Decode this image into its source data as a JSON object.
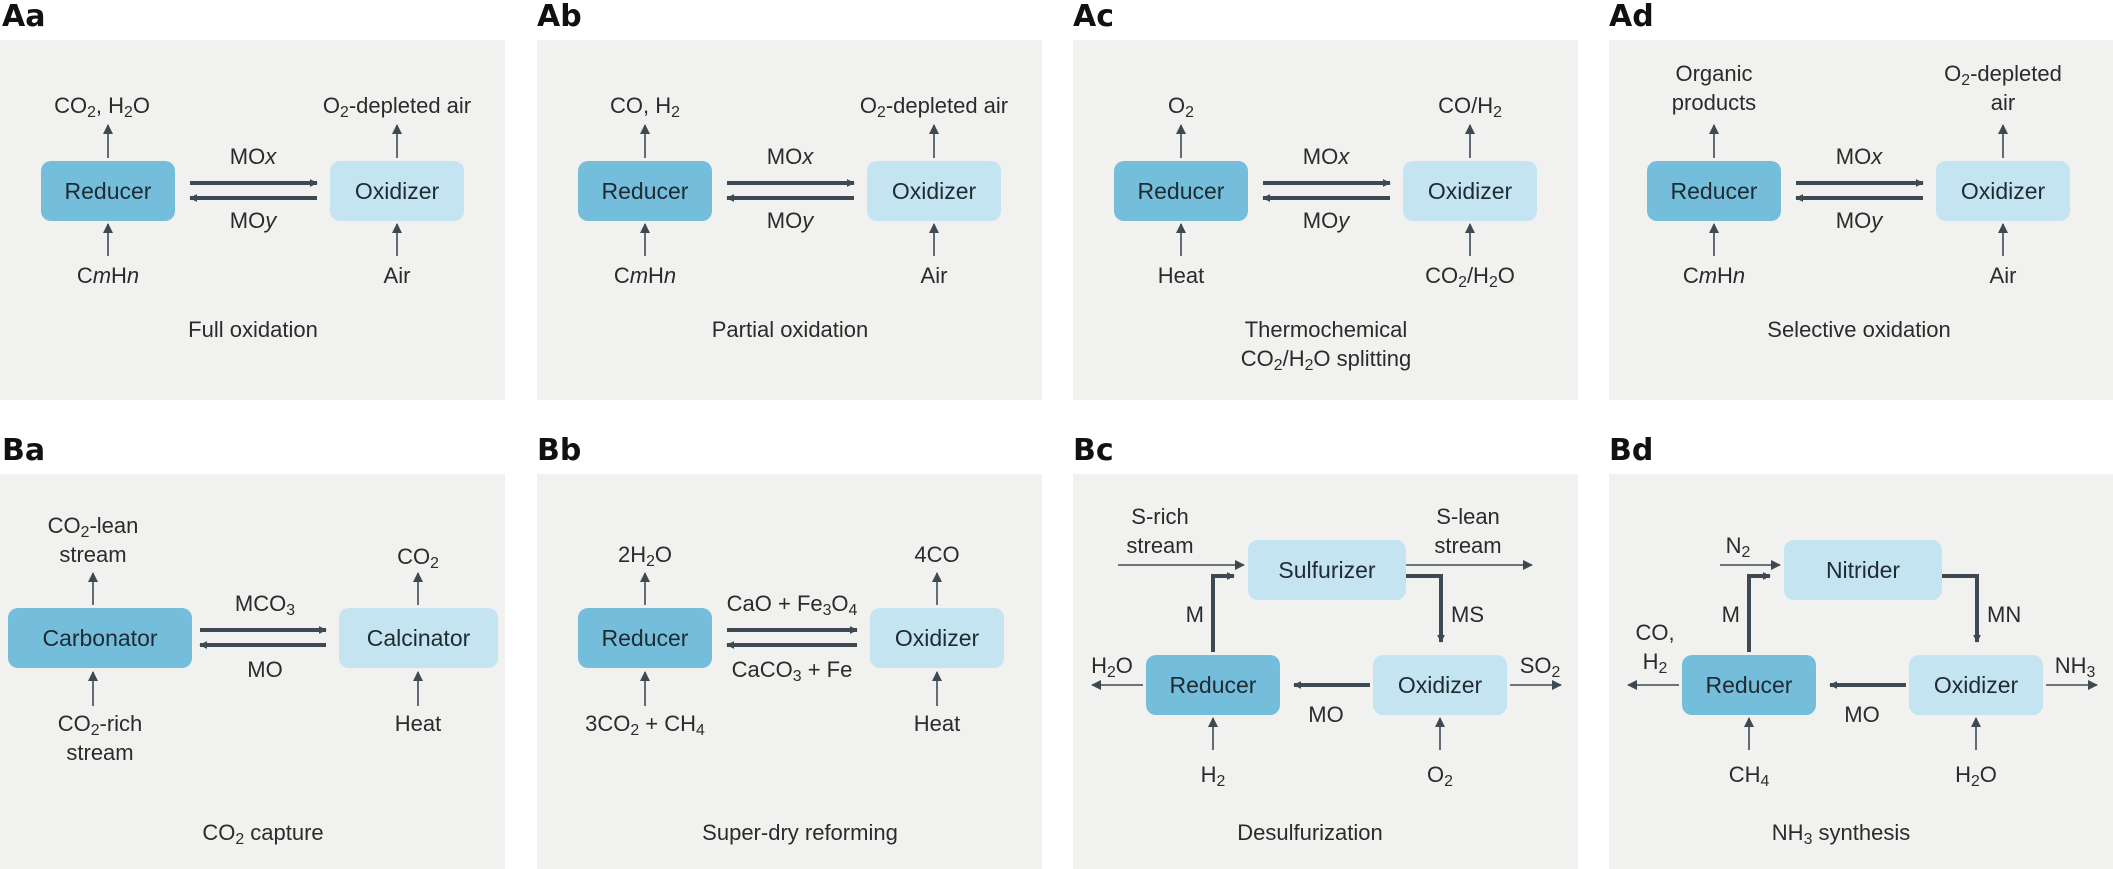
{
  "panels": {
    "Aa": {
      "label": "Aa",
      "left": "Reducer",
      "right": "Oxidizer",
      "fwd": "MO<i>x</i>",
      "back": "MO<i>y</i>",
      "lt": "CO<sub>2</sub>, H<sub>2</sub>O",
      "lb": "C<i>m</i>H<i>n</i>",
      "rt": "O<sub>2</sub>-depleted air",
      "rb": "Air",
      "caption": "Full oxidation"
    },
    "Ab": {
      "label": "Ab",
      "left": "Reducer",
      "right": "Oxidizer",
      "fwd": "MO<i>x</i>",
      "back": "MO<i>y</i>",
      "lt": "CO, H<sub>2</sub>",
      "lb": "C<i>m</i>H<i>n</i>",
      "rt": "O<sub>2</sub>-depleted air",
      "rb": "Air",
      "caption": "Partial oxidation"
    },
    "Ac": {
      "label": "Ac",
      "left": "Reducer",
      "right": "Oxidizer",
      "fwd": "MO<i>x</i>",
      "back": "MO<i>y</i>",
      "lt": "O<sub>2</sub>",
      "lb": "Heat",
      "rt": "CO/H<sub>2</sub>",
      "rb": "CO<sub>2</sub>/H<sub>2</sub>O",
      "caption": "Thermochemical<br>CO<sub>2</sub>/H<sub>2</sub>O splitting"
    },
    "Ad": {
      "label": "Ad",
      "left": "Reducer",
      "right": "Oxidizer",
      "fwd": "MO<i>x</i>",
      "back": "MO<i>y</i>",
      "lt": "Organic<br>products",
      "lb": "C<i>m</i>H<i>n</i>",
      "rt": "O<sub>2</sub>-depleted<br>air",
      "rb": "Air",
      "caption": "Selective oxidation"
    },
    "Ba": {
      "label": "Ba",
      "left": "Carbonator",
      "right": "Calcinator",
      "fwd": "MCO<sub>3</sub>",
      "back": "MO",
      "lt": "CO<sub>2</sub>-lean<br>stream",
      "lb": "CO<sub>2</sub>-rich<br>stream",
      "rt": "CO<sub>2</sub>",
      "rb": "Heat",
      "caption": "CO<sub>2</sub> capture"
    },
    "Bb": {
      "label": "Bb",
      "left": "Reducer",
      "right": "Oxidizer",
      "fwd": "CaO + Fe<sub>3</sub>O<sub>4</sub>",
      "back": "CaCO<sub>3</sub> + Fe",
      "lt": "2H<sub>2</sub>O",
      "lb": "3CO<sub>2</sub> + CH<sub>4</sub>",
      "rt": "4CO",
      "rb": "Heat",
      "caption": "Super-dry reforming"
    },
    "Bc": {
      "label": "Bc",
      "top": "Sulfurizer",
      "left": "Reducer",
      "right": "Oxidizer",
      "inTop": "S-rich<br>stream",
      "outTop": "S-lean<br>stream",
      "leftArrow": "M",
      "rightArrow": "MS",
      "bottomArrow": "MO",
      "leftOut": "H<sub>2</sub>O",
      "rightOut": "SO<sub>2</sub>",
      "leftIn": "H<sub>2</sub>",
      "rightIn": "O<sub>2</sub>",
      "caption": "Desulfurization"
    },
    "Bd": {
      "label": "Bd",
      "top": "Nitrider",
      "left": "Reducer",
      "right": "Oxidizer",
      "inTop": "N<sub>2</sub>",
      "outTop": "",
      "leftArrow": "M",
      "rightArrow": "MN",
      "bottomArrow": "MO",
      "leftOut": "CO,<br>H<sub>2</sub>",
      "rightOut": "NH<sub>3</sub>",
      "leftIn": "CH<sub>4</sub>",
      "rightIn": "H<sub>2</sub>O",
      "caption": "NH<sub>3</sub> synthesis"
    }
  }
}
